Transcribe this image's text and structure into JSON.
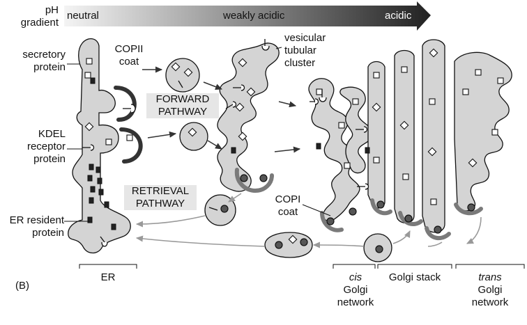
{
  "ph": {
    "label_line1": "pH",
    "label_line2": "gradient",
    "neutral": "neutral",
    "weakly_acidic": "weakly acidic",
    "acidic": "acidic",
    "gradient_from": "#f4f4f4",
    "gradient_to": "#222222"
  },
  "labels": {
    "secretory_1": "secretory",
    "secretory_2": "protein",
    "copii_1": "COPII",
    "copii_2": "coat",
    "forward_1": "FORWARD",
    "forward_2": "PATHWAY",
    "vtc_1": "vesicular",
    "vtc_2": "tubular",
    "vtc_3": "cluster",
    "kdel_1": "KDEL",
    "kdel_2": "receptor",
    "kdel_3": "protein",
    "retrieval_1": "RETRIEVAL",
    "retrieval_2": "PATHWAY",
    "copi_1": "COPI",
    "copi_2": "coat",
    "er_resident_1": "ER resident",
    "er_resident_2": "protein",
    "panel": "(B)",
    "er": "ER",
    "cis_1": "cis",
    "cis_2": "Golgi",
    "cis_3": "network",
    "golgi_stack": "Golgi stack",
    "trans_1": "trans",
    "trans_2": "Golgi",
    "trans_3": "network"
  },
  "colors": {
    "membrane_fill": "#d4d4d4",
    "coat_copii": "#333333",
    "coat_copi": "#7a7a7a",
    "arrow": "#333333"
  }
}
